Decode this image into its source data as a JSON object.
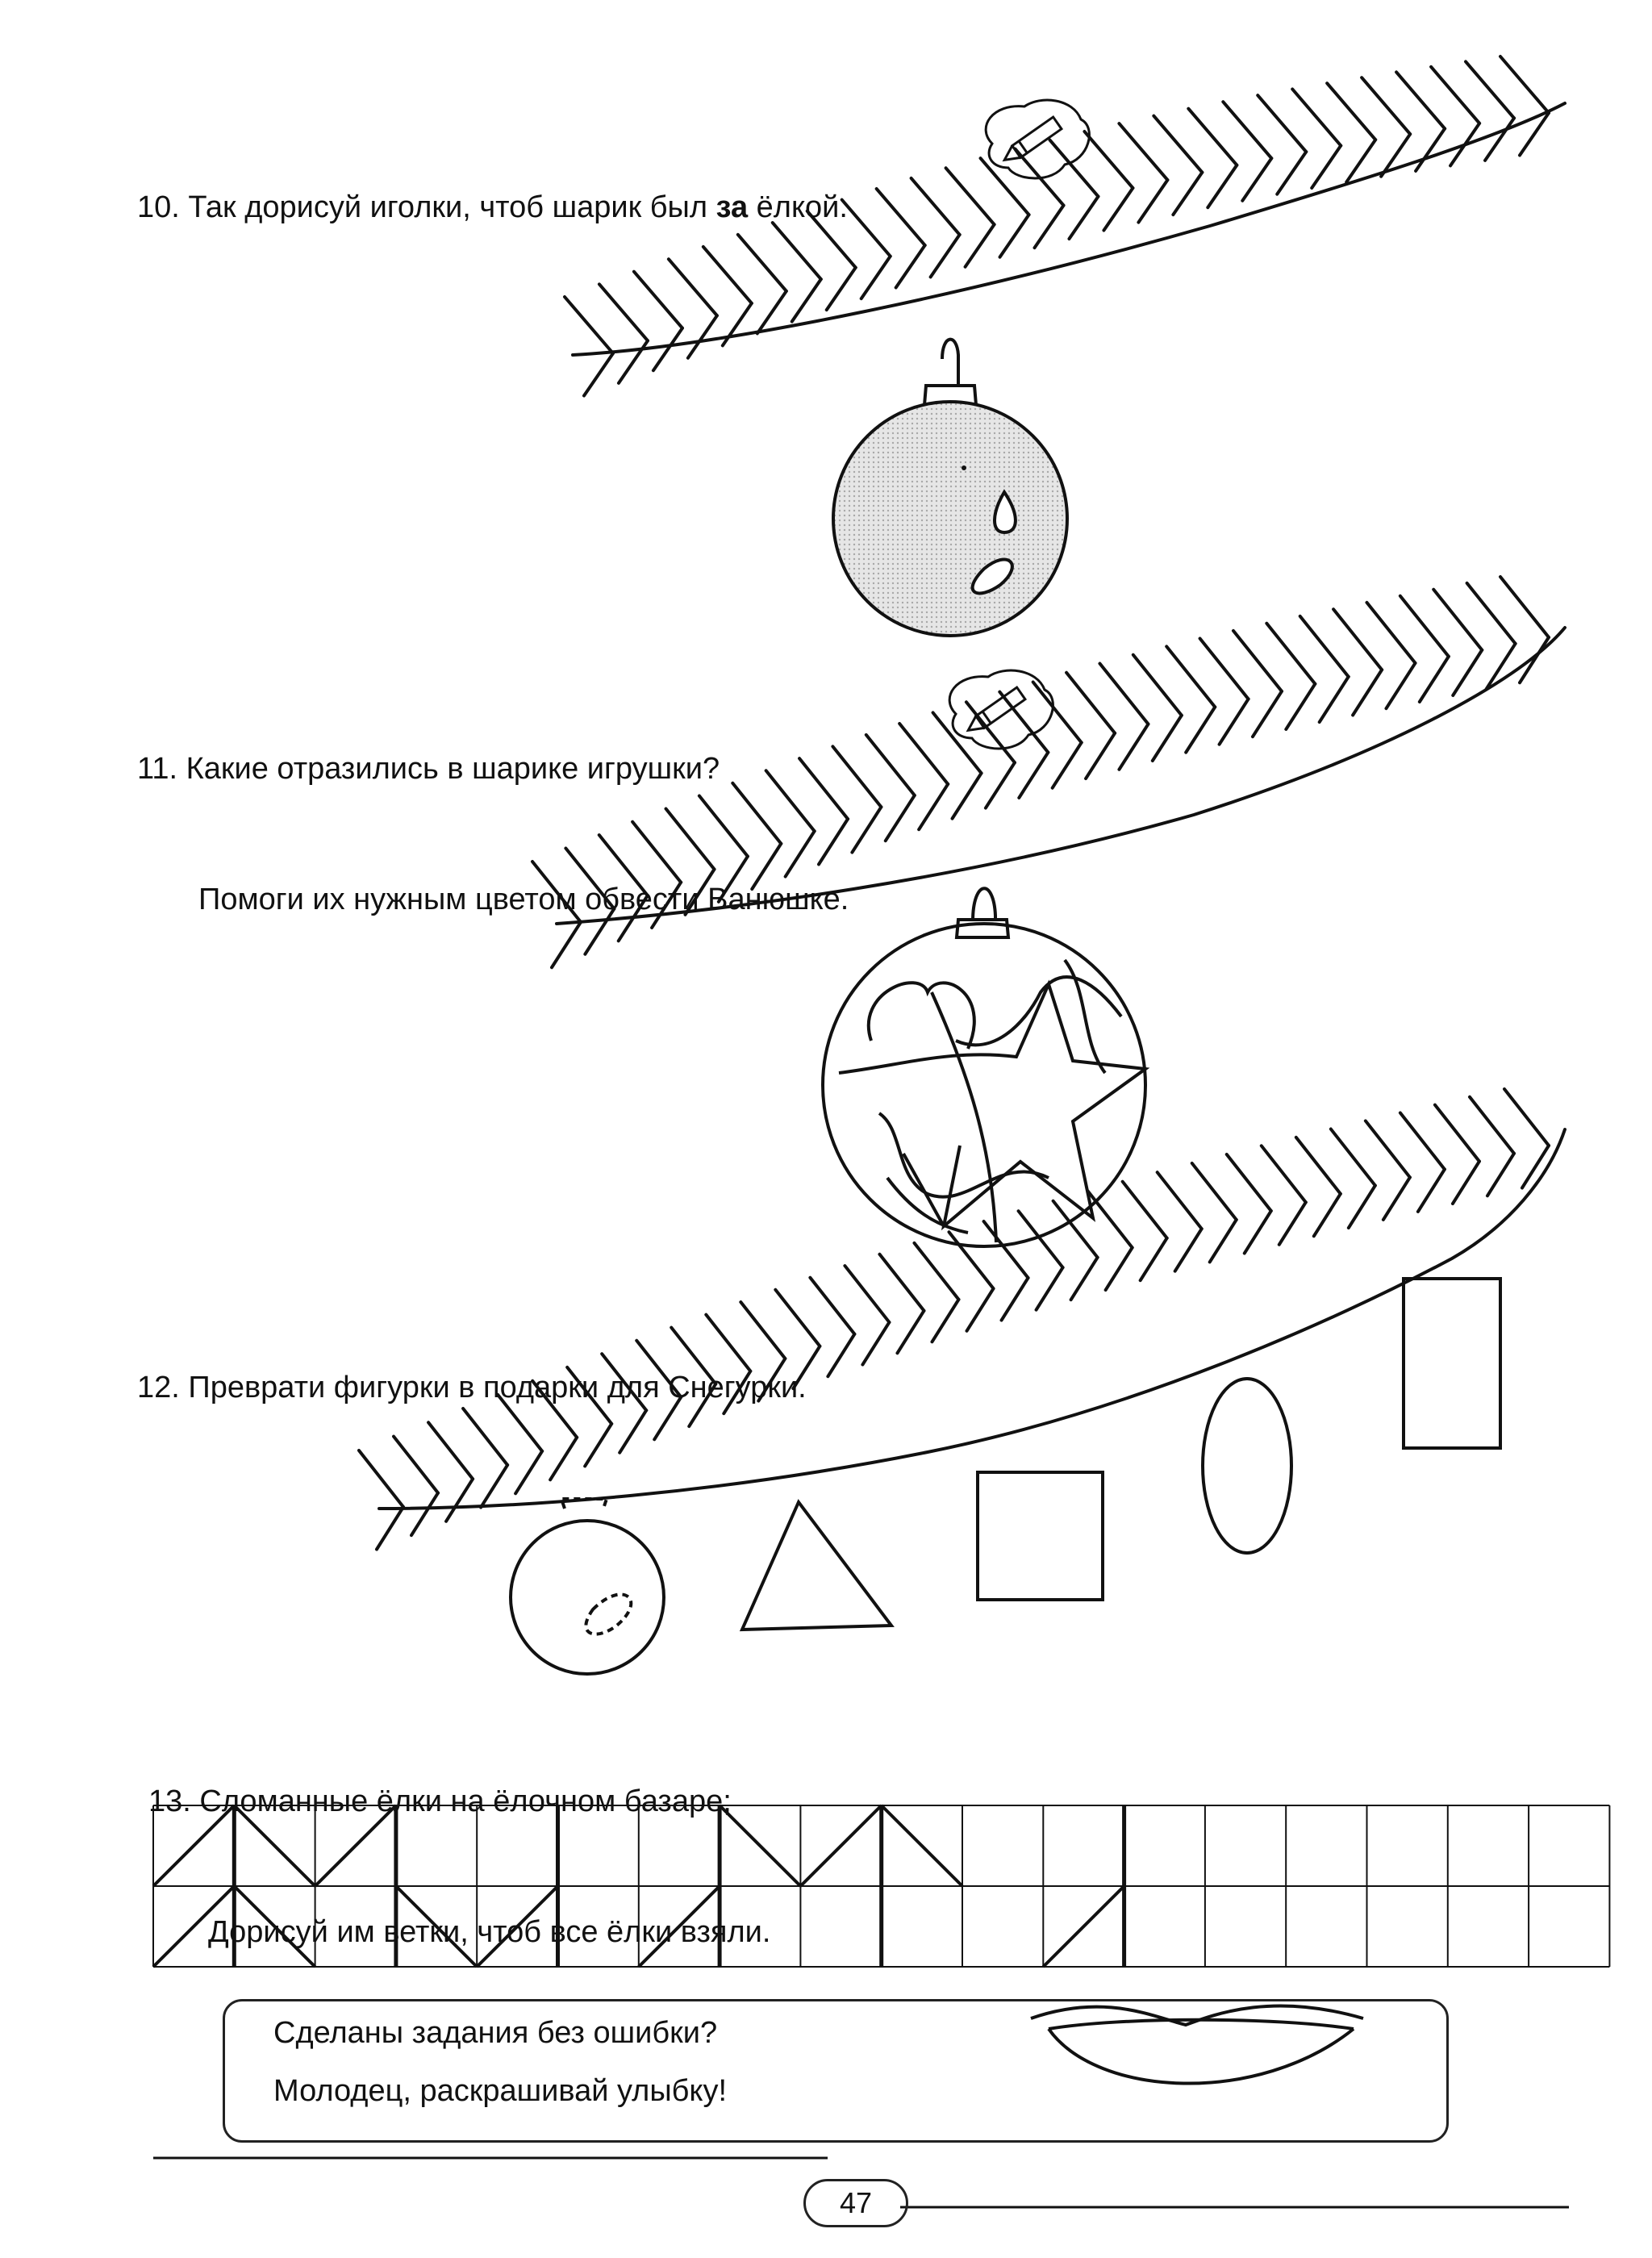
{
  "page": {
    "number": "47"
  },
  "tasks": [
    {
      "id": "task-10",
      "number": "10.",
      "line1_before": "Так дорисуй иголки, чтоб шарик был ",
      "line1_bold": "за",
      "line1_after": " ёлкой."
    },
    {
      "id": "task-11",
      "number": "11.",
      "line1": "Какие отразились в шарике игрушки?",
      "line2": "Помоги их нужным цветом обвести Ванюшке."
    },
    {
      "id": "task-12",
      "number": "12.",
      "line1": "Преврати фигурки в подарки для Снегурки."
    },
    {
      "id": "task-13",
      "number": "13.",
      "line1": "Сломанные ёлки на ёлочном базаре;",
      "line2": "Дорисуй им ветки, чтоб все ёлки взяли."
    }
  ],
  "result": {
    "line1": "Сделаны задания без ошибки?",
    "line2": "Молодец, раскрашивай улыбку!"
  },
  "icons": {
    "task_10_hint": "pencil-thought-icon",
    "task_11_hint": "pencil-thought-icon",
    "smile": "smile-lips-icon"
  }
}
